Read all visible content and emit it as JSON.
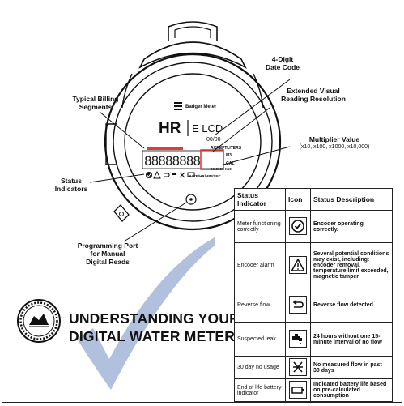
{
  "callouts": {
    "date_code": [
      "4-Digit",
      "Date Code"
    ],
    "extended": [
      "Extended Visual",
      "Reading Resolution"
    ],
    "billing": [
      "Typical Billing",
      "Segments"
    ],
    "multiplier": "Multiplier Value",
    "multiplier_values": "(x10, x100, x1000, x10,000)",
    "status": [
      "Status",
      "Indicators"
    ],
    "programming": [
      "Programming Port",
      "for Manual",
      "Digital Reads"
    ]
  },
  "lcd": {
    "brand": "Badger Meter",
    "model_hr": "HR",
    "model_elcd": "E LCD",
    "date": "00/00",
    "digits": "88888888",
    "units": "ACREFTLITERS",
    "side_top": "M3",
    "side_mid": "GAL",
    "multiplier": "X10000 X10",
    "rate": "RATE/HR/MIN/SEC"
  },
  "title": [
    "UNDERSTANDING YOUR",
    "DIGITAL WATER METER"
  ],
  "table": {
    "headers": [
      "Status Indicator",
      "Icon",
      "Status Description"
    ],
    "rows": [
      {
        "indicator": "Meter functioning correctly",
        "icon": "check-circle-icon",
        "description": "Encoder operating correctly."
      },
      {
        "indicator": "Encoder alarm",
        "icon": "warning-triangle-icon",
        "description": "Several potential conditions may exist, including: encoder removal, temperature limit exceeded, magnetic tamper"
      },
      {
        "indicator": "Reverse flow",
        "icon": "reverse-arrow-icon",
        "description": "Reverse flow detected"
      },
      {
        "indicator": "Suspected leak",
        "icon": "faucet-icon",
        "description": "24 hours without one 15-minute interval of no flow"
      },
      {
        "indicator": "30 day no usage",
        "icon": "no-usage-icon",
        "description": "No measured flow in past 30 days"
      },
      {
        "indicator": "End of life battery indicator",
        "icon": "battery-icon",
        "description": "Indicated battery life based on pre-calculated consumption"
      }
    ]
  },
  "colors": {
    "checkmark": "#a9b9d8",
    "highlight": "#e53a3a",
    "ink": "#111111"
  }
}
